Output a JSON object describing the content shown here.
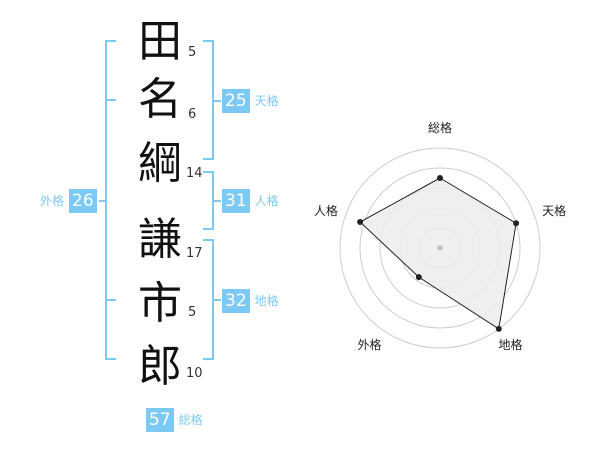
{
  "name": {
    "characters": [
      "田",
      "名",
      "綱",
      "謙",
      "市",
      "郎"
    ],
    "strokes": [
      "5",
      "6",
      "14",
      "17",
      "5",
      "10"
    ]
  },
  "fortunes": {
    "tenkaku": {
      "value": "25",
      "label": "天格"
    },
    "jinkaku": {
      "value": "31",
      "label": "人格"
    },
    "chikaku": {
      "value": "32",
      "label": "地格"
    },
    "gaikaku": {
      "value": "26",
      "label": "外格"
    },
    "soukaku": {
      "value": "57",
      "label": "総格"
    }
  },
  "colors": {
    "accent": "#7cc9f4",
    "radar_fill": "#ececec",
    "radar_stroke": "#222222",
    "ring": "#cccccc"
  },
  "chart_data": {
    "type": "radar",
    "axes": [
      "総格",
      "天格",
      "地格",
      "外格",
      "人格"
    ],
    "max": 5,
    "values": [
      3.5,
      4.0,
      5.0,
      1.8,
      4.2
    ]
  }
}
